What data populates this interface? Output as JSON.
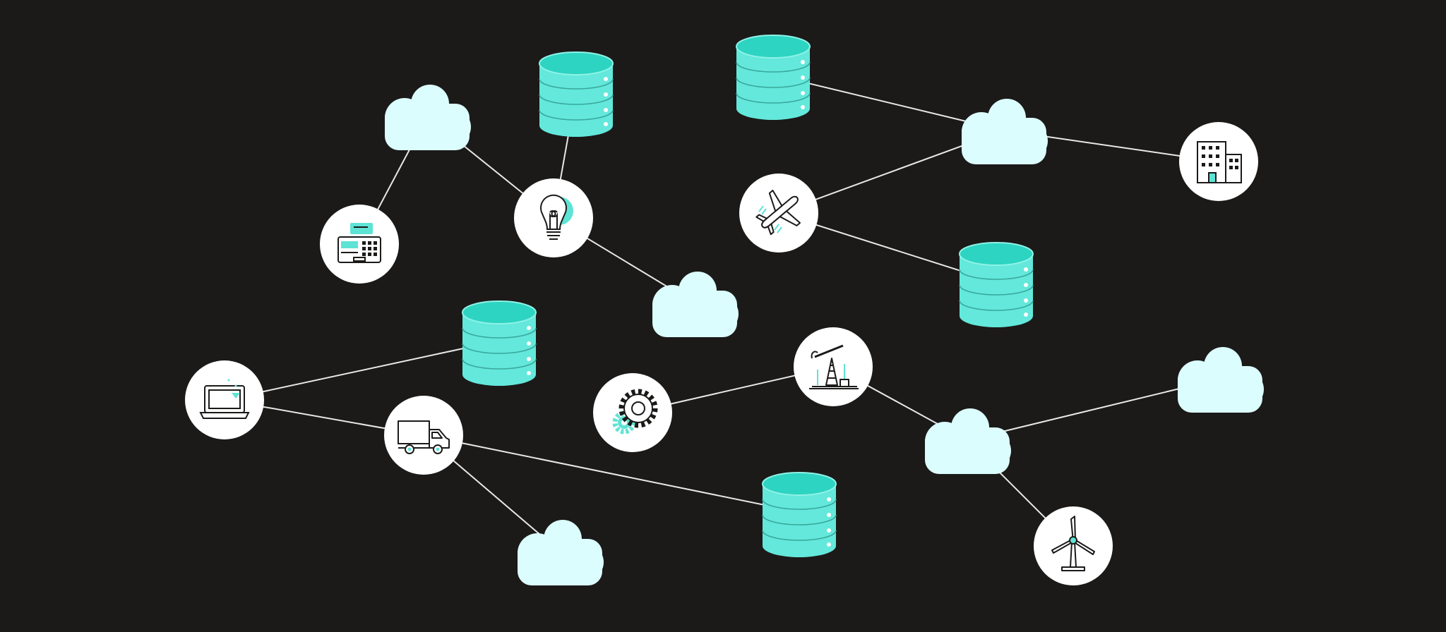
{
  "colors": {
    "background": "#1b1a19",
    "cloud": "#dcfdfd",
    "database_body": "#63e8db",
    "database_top": "#2dd4c1",
    "node_circle": "#ffffff",
    "connector": "#e8e8e8",
    "icon_stroke": "#1b1a19",
    "icon_accent": "#5ee3d5"
  },
  "nodes": [
    {
      "id": "cloud-1",
      "kind": "cloud"
    },
    {
      "id": "cloud-2",
      "kind": "cloud"
    },
    {
      "id": "cloud-3",
      "kind": "cloud"
    },
    {
      "id": "cloud-4",
      "kind": "cloud"
    },
    {
      "id": "cloud-5",
      "kind": "cloud"
    },
    {
      "id": "cloud-6",
      "kind": "cloud"
    },
    {
      "id": "cloud-7",
      "kind": "cloud"
    },
    {
      "id": "database-1",
      "kind": "database"
    },
    {
      "id": "database-2",
      "kind": "database"
    },
    {
      "id": "database-3",
      "kind": "database"
    },
    {
      "id": "database-4",
      "kind": "database"
    },
    {
      "id": "database-5",
      "kind": "database"
    },
    {
      "id": "cash-register",
      "kind": "icon",
      "icon": "cash-register-icon"
    },
    {
      "id": "light-bulb",
      "kind": "icon",
      "icon": "light-bulb-icon"
    },
    {
      "id": "airplane",
      "kind": "icon",
      "icon": "airplane-icon"
    },
    {
      "id": "office-building",
      "kind": "icon",
      "icon": "office-building-icon"
    },
    {
      "id": "laptop",
      "kind": "icon",
      "icon": "laptop-icon"
    },
    {
      "id": "delivery-truck",
      "kind": "icon",
      "icon": "delivery-truck-icon"
    },
    {
      "id": "gears",
      "kind": "icon",
      "icon": "gears-icon"
    },
    {
      "id": "oil-pump",
      "kind": "icon",
      "icon": "oil-pump-icon"
    },
    {
      "id": "wind-turbine",
      "kind": "icon",
      "icon": "wind-turbine-icon"
    }
  ],
  "edges": [
    [
      "cloud-1",
      "cash-register"
    ],
    [
      "cloud-1",
      "light-bulb"
    ],
    [
      "light-bulb",
      "database-1"
    ],
    [
      "light-bulb",
      "cloud-2"
    ],
    [
      "database-2",
      "cloud-3"
    ],
    [
      "cloud-3",
      "office-building"
    ],
    [
      "cloud-3",
      "airplane"
    ],
    [
      "airplane",
      "database-3"
    ],
    [
      "laptop",
      "database-4"
    ],
    [
      "laptop",
      "delivery-truck"
    ],
    [
      "delivery-truck",
      "cloud-4"
    ],
    [
      "delivery-truck",
      "database-5"
    ],
    [
      "gears",
      "oil-pump"
    ],
    [
      "oil-pump",
      "cloud-5"
    ],
    [
      "cloud-5",
      "cloud-6"
    ],
    [
      "cloud-5",
      "wind-turbine"
    ]
  ]
}
